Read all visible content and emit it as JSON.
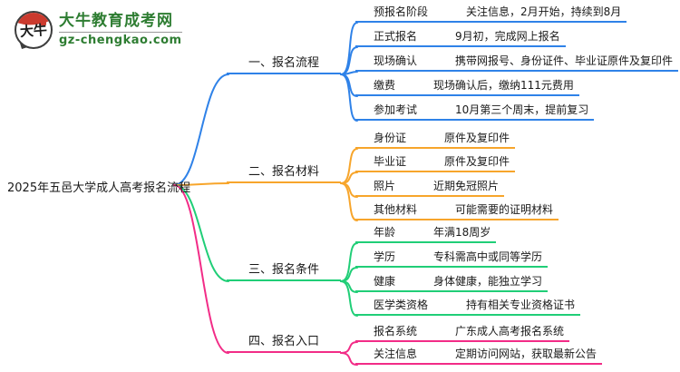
{
  "site": {
    "logo_badge": "大牛",
    "name": "大牛教育成考网",
    "domain": "gz-chengkao.com"
  },
  "colors": {
    "brand_green": "#2E7D32",
    "logo_red": "#CB3A2E",
    "text": "#1A1A1A",
    "blue": "#2F82E8",
    "orange": "#F7A52B",
    "green": "#20CE77",
    "pink": "#F22C87"
  },
  "root": {
    "label": "2025年五邑大学成人高考报名流程"
  },
  "branches": [
    {
      "label": "一、报名流程",
      "color": "#2F82E8",
      "items": [
        {
          "key": "预报名阶段",
          "value": "关注信息，2月开始，持续到8月"
        },
        {
          "key": "正式报名",
          "value": "9月初，完成网上报名"
        },
        {
          "key": "现场确认",
          "value": "携带网报号、身份证件、毕业证原件及复印件"
        },
        {
          "key": "缴费",
          "value": "现场确认后，缴纳111元费用"
        },
        {
          "key": "参加考试",
          "value": "10月第三个周末，提前复习"
        }
      ]
    },
    {
      "label": "二、报名材料",
      "color": "#F7A52B",
      "items": [
        {
          "key": "身份证",
          "value": "原件及复印件"
        },
        {
          "key": "毕业证",
          "value": "原件及复印件"
        },
        {
          "key": "照片",
          "value": "近期免冠照片"
        },
        {
          "key": "其他材料",
          "value": "可能需要的证明材料"
        }
      ]
    },
    {
      "label": "三、报名条件",
      "color": "#20CE77",
      "items": [
        {
          "key": "年龄",
          "value": "年满18周岁"
        },
        {
          "key": "学历",
          "value": "专科需高中或同等学历"
        },
        {
          "key": "健康",
          "value": "身体健康，能独立学习"
        },
        {
          "key": "医学类资格",
          "value": "持有相关专业资格证书"
        }
      ]
    },
    {
      "label": "四、报名入口",
      "color": "#F22C87",
      "items": [
        {
          "key": "报名系统",
          "value": "广东成人高考报名系统"
        },
        {
          "key": "关注信息",
          "value": "定期访问网站，获取最新公告"
        }
      ]
    }
  ]
}
